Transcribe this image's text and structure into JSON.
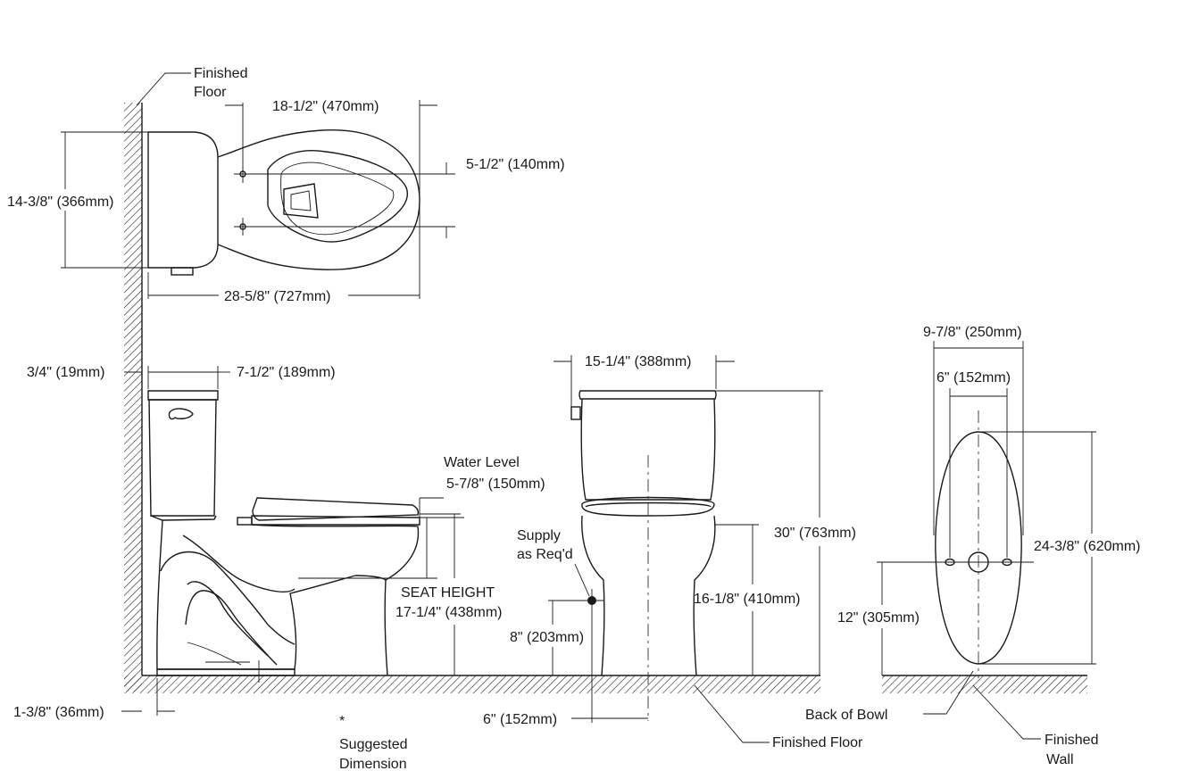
{
  "labels": {
    "finished_floor_top_1": "Finished",
    "finished_floor_top_2": "Floor",
    "top_length": "18-1/2\" (470mm)",
    "top_bolt_spacing": "5-1/2\" (140mm)",
    "top_width": "14-3/8\" (366mm)",
    "top_overall": "28-5/8\" (727mm)",
    "side_wall_gap": "3/4\" (19mm)",
    "side_tank_depth": "7-1/2\" (189mm)",
    "water_level_1": "Water Level",
    "water_level_2": "5-7/8\" (150mm)",
    "seat_height_1": "SEAT HEIGHT",
    "seat_height_2": "17-1/4\" (438mm)",
    "side_base_offset": "1-3/8\" (36mm)",
    "suggested_star": "*",
    "suggested_1": "Suggested",
    "suggested_2": "Dimension",
    "front_tank_width": "15-1/4\" (388mm)",
    "supply_1": "Supply",
    "supply_2": "as Req'd",
    "front_overall_height": "30\" (763mm)",
    "front_rim_height": "16-1/8\" (410mm)",
    "front_supply_height": "8\" (203mm)",
    "front_supply_offset": "6\" (152mm)",
    "finished_floor_bottom": "Finished Floor",
    "base_width": "9-7/8\" (250mm)",
    "base_bolt_spacing": "6\" (152mm)",
    "base_length": "24-3/8\" (620mm)",
    "base_rough_in": "12\" (305mm)",
    "back_of_bowl": "Back of Bowl",
    "finished_wall_1": "Finished",
    "finished_wall_2": "Wall"
  }
}
